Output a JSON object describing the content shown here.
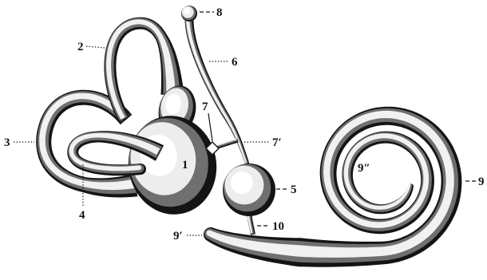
{
  "figure": {
    "labels": {
      "n1": "1",
      "n2": "2",
      "n3": "3",
      "n4": "4",
      "n5": "5",
      "n6": "6",
      "n7": "7",
      "n7p": "7′",
      "n8": "8",
      "n9": "9",
      "n9p": "9′",
      "n9pp": "9″",
      "n10": "10"
    }
  },
  "colors": {
    "ink": "#141414",
    "paper": "#ffffff"
  }
}
